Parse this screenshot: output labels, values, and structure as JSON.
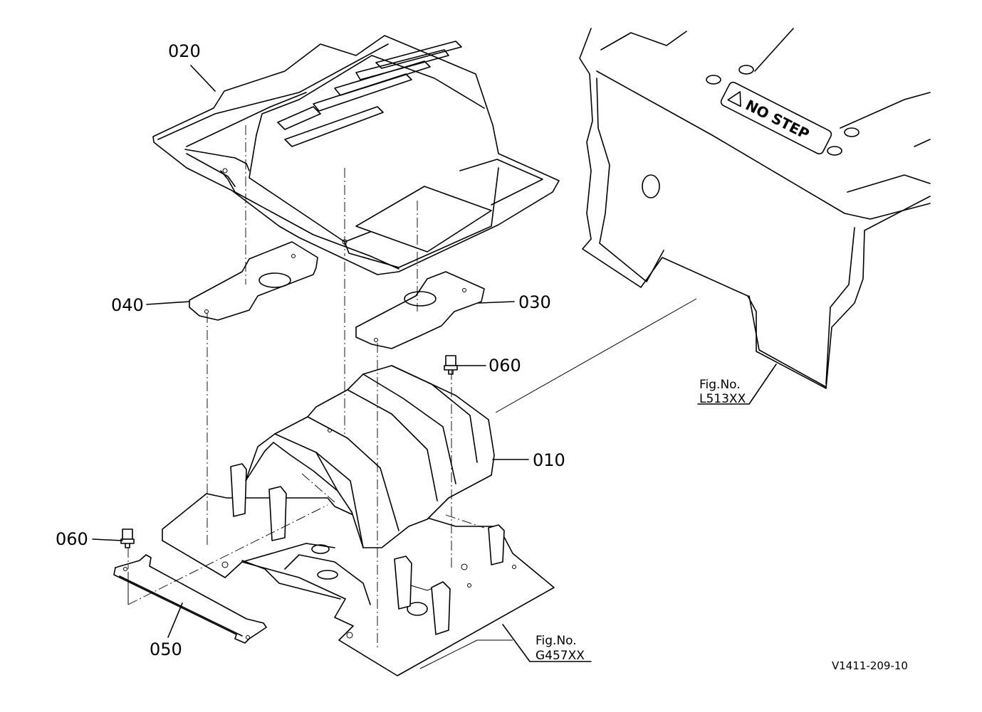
{
  "diagram": {
    "parts": [
      {
        "id": "010",
        "label": "010"
      },
      {
        "id": "020",
        "label": "020"
      },
      {
        "id": "030",
        "label": "030"
      },
      {
        "id": "040",
        "label": "040"
      },
      {
        "id": "050",
        "label": "050"
      },
      {
        "id": "060a",
        "label": "060"
      },
      {
        "id": "060b",
        "label": "060"
      }
    ],
    "references": [
      {
        "title": "Fig.No.",
        "code": "L513XX"
      },
      {
        "title": "Fig.No.",
        "code": "G457XX"
      }
    ],
    "decal_text": "NO STEP",
    "drawing_code": "V1411-209-10"
  }
}
